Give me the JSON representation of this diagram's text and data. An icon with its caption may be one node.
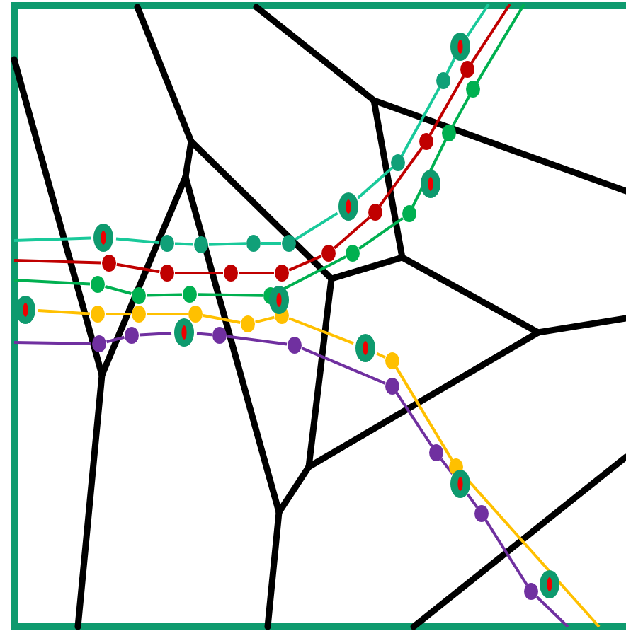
{
  "diagram": {
    "nodes": [
      {
        "text": [],
        "shape": "circle"
      },
      {
        "text": [],
        "shape": "circle"
      },
      {
        "text": [],
        "shape": "circle"
      },
      {
        "text": [],
        "shape": "circle"
      },
      {
        "text": [],
        "shape": "circle"
      },
      {
        "text": [],
        "shape": "circle"
      },
      {
        "text": [],
        "shape": "circle"
      },
      {
        "text": [],
        "shape": "circle"
      },
      {
        "text": [],
        "shape": "circle"
      },
      {
        "text": [],
        "shape": "circle"
      },
      {
        "text": [],
        "shape": "circle"
      },
      {
        "text": [],
        "shape": "circle"
      },
      {
        "text": [],
        "shape": "circle"
      },
      {
        "text": [],
        "shape": "circle"
      },
      {
        "text": [],
        "shape": "circle"
      },
      {
        "text": [],
        "shape": "circle"
      },
      {
        "text": [],
        "shape": "circle"
      },
      {
        "text": [],
        "shape": "circle"
      },
      {
        "text": [],
        "shape": "circle"
      },
      {
        "text": [],
        "shape": "circle"
      },
      {
        "text": [],
        "shape": "circle"
      },
      {
        "text": [],
        "shape": "circle"
      },
      {
        "text": [],
        "shape": "circle"
      },
      {
        "text": [],
        "shape": "circle"
      },
      {
        "text": [],
        "shape": "circle"
      },
      {
        "text": [],
        "shape": "circle"
      },
      {
        "text": [],
        "shape": "circle"
      },
      {
        "text": [],
        "shape": "circle"
      },
      {
        "text": [],
        "shape": "circle"
      },
      {
        "text": [],
        "shape": "circle"
      },
      {
        "text": [],
        "shape": "circle"
      },
      {
        "text": [],
        "shape": "circle"
      },
      {
        "text": [],
        "shape": "circle"
      },
      {
        "text": [],
        "shape": "circle"
      },
      {
        "text": [],
        "shape": "circle"
      },
      {
        "text": [],
        "shape": "circle"
      },
      {
        "text": [],
        "shape": "circle"
      },
      {
        "text": [],
        "shape": "marker"
      },
      {
        "text": [],
        "shape": "marker"
      },
      {
        "text": [],
        "shape": "marker"
      },
      {
        "text": [],
        "shape": "marker"
      },
      {
        "text": [],
        "shape": "marker"
      },
      {
        "text": [],
        "shape": "marker"
      },
      {
        "text": [],
        "shape": "marker"
      },
      {
        "text": [],
        "shape": "marker"
      },
      {
        "text": [],
        "shape": "marker"
      },
      {
        "text": [],
        "shape": "marker"
      }
    ],
    "edges": [
      {
        "from": null,
        "to": 40,
        "arrow": "none",
        "color": "#19c99a"
      },
      {
        "from": 40,
        "to": 0,
        "arrow": "none",
        "color": "#19c99a"
      },
      {
        "from": 0,
        "to": 1,
        "arrow": "none",
        "color": "#19c99a"
      },
      {
        "from": 1,
        "to": 2,
        "arrow": "none",
        "color": "#19c99a"
      },
      {
        "from": 2,
        "to": 3,
        "arrow": "none",
        "color": "#19c99a"
      },
      {
        "from": 3,
        "to": 39,
        "arrow": "none",
        "color": "#19c99a"
      },
      {
        "from": 39,
        "to": 4,
        "arrow": "none",
        "color": "#19c99a"
      },
      {
        "from": 4,
        "to": 5,
        "arrow": "none",
        "color": "#19c99a"
      },
      {
        "from": 5,
        "to": 37,
        "arrow": "none",
        "color": "#19c99a"
      },
      {
        "from": 37,
        "to": null,
        "arrow": "none",
        "color": "#19c99a"
      },
      {
        "from": null,
        "to": 6,
        "arrow": "none",
        "color": "#c00000"
      },
      {
        "from": 6,
        "to": 7,
        "arrow": "none",
        "color": "#c00000"
      },
      {
        "from": 7,
        "to": 8,
        "arrow": "none",
        "color": "#c00000"
      },
      {
        "from": 8,
        "to": 9,
        "arrow": "none",
        "color": "#c00000"
      },
      {
        "from": 9,
        "to": 10,
        "arrow": "none",
        "color": "#c00000"
      },
      {
        "from": 10,
        "to": 11,
        "arrow": "none",
        "color": "#c00000"
      },
      {
        "from": 11,
        "to": 12,
        "arrow": "none",
        "color": "#c00000"
      },
      {
        "from": 12,
        "to": 13,
        "arrow": "none",
        "color": "#c00000"
      },
      {
        "from": 13,
        "to": null,
        "arrow": "none",
        "color": "#c00000"
      },
      {
        "from": null,
        "to": 14,
        "arrow": "none",
        "color": "#00b050"
      },
      {
        "from": 14,
        "to": 15,
        "arrow": "none",
        "color": "#00b050"
      },
      {
        "from": 15,
        "to": 16,
        "arrow": "none",
        "color": "#00b050"
      },
      {
        "from": 16,
        "to": 17,
        "arrow": "none",
        "color": "#00b050"
      },
      {
        "from": 17,
        "to": 18,
        "arrow": "none",
        "color": "#00b050"
      },
      {
        "from": 18,
        "to": 19,
        "arrow": "none",
        "color": "#00b050"
      },
      {
        "from": 19,
        "to": 20,
        "arrow": "none",
        "color": "#00b050"
      },
      {
        "from": 20,
        "to": 21,
        "arrow": "none",
        "color": "#00b050"
      },
      {
        "from": 21,
        "to": null,
        "arrow": "none",
        "color": "#00b050"
      },
      {
        "from": 42,
        "to": 22,
        "arrow": "none",
        "color": "#ffc000"
      },
      {
        "from": 22,
        "to": 23,
        "arrow": "none",
        "color": "#ffc000"
      },
      {
        "from": 23,
        "to": 24,
        "arrow": "none",
        "color": "#ffc000"
      },
      {
        "from": 24,
        "to": 25,
        "arrow": "none",
        "color": "#ffc000"
      },
      {
        "from": 25,
        "to": 26,
        "arrow": "none",
        "color": "#ffc000"
      },
      {
        "from": 26,
        "to": 44,
        "arrow": "none",
        "color": "#ffc000"
      },
      {
        "from": 44,
        "to": 27,
        "arrow": "none",
        "color": "#ffc000"
      },
      {
        "from": 27,
        "to": 28,
        "arrow": "none",
        "color": "#ffc000"
      },
      {
        "from": 28,
        "to": null,
        "arrow": "none",
        "color": "#ffc000"
      },
      {
        "from": null,
        "to": 29,
        "arrow": "none",
        "color": "#7030a0"
      },
      {
        "from": 29,
        "to": 30,
        "arrow": "none",
        "color": "#7030a0"
      },
      {
        "from": 30,
        "to": 43,
        "arrow": "none",
        "color": "#7030a0"
      },
      {
        "from": 43,
        "to": 31,
        "arrow": "none",
        "color": "#7030a0"
      },
      {
        "from": 31,
        "to": 32,
        "arrow": "none",
        "color": "#7030a0"
      },
      {
        "from": 32,
        "to": 33,
        "arrow": "none",
        "color": "#7030a0"
      },
      {
        "from": 33,
        "to": 34,
        "arrow": "none",
        "color": "#7030a0"
      },
      {
        "from": 34,
        "to": 45,
        "arrow": "none",
        "color": "#7030a0"
      },
      {
        "from": 45,
        "to": 35,
        "arrow": "none",
        "color": "#7030a0"
      },
      {
        "from": 35,
        "to": 36,
        "arrow": "none",
        "color": "#7030a0"
      },
      {
        "from": 36,
        "to": null,
        "arrow": "none",
        "color": "#7030a0"
      }
    ]
  }
}
